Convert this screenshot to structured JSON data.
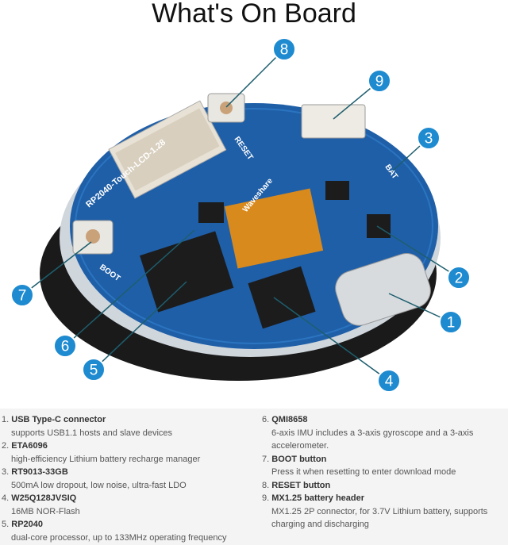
{
  "title": "What's On Board",
  "board_silkscreen": {
    "model": "RP2040-Touch-LCD-1.28",
    "reset": "RESET",
    "boot": "BOOT",
    "bat": "BAT",
    "brand": "Waveshare"
  },
  "colors": {
    "callout": "#1e8ad0",
    "pcb": "#1f5fa8",
    "leader": "#1d5e6e"
  },
  "callouts": [
    "1",
    "2",
    "3",
    "4",
    "5",
    "6",
    "7",
    "8",
    "9"
  ],
  "items": [
    {
      "num": "1.",
      "name": "USB Type-C connector",
      "desc": "supports USB1.1 hosts and slave devices"
    },
    {
      "num": "2.",
      "name": "ETA6096",
      "desc": "high-efficiency Lithium battery recharge manager"
    },
    {
      "num": "3.",
      "name": "RT9013-33GB",
      "desc": "500mA low dropout, low noise, ultra-fast LDO"
    },
    {
      "num": "4.",
      "name": "W25Q128JVSIQ",
      "desc": "16MB NOR-Flash"
    },
    {
      "num": "5.",
      "name": "RP2040",
      "desc": "dual-core processor, up to 133MHz operating frequency"
    },
    {
      "num": "6.",
      "name": "QMI8658",
      "desc": "6-axis IMU includes a 3-axis gyroscope and a 3-axis accelerometer."
    },
    {
      "num": "7.",
      "name": "BOOT button",
      "desc": "Press it when resetting to enter download mode"
    },
    {
      "num": "8.",
      "name": "RESET button",
      "desc": ""
    },
    {
      "num": "9.",
      "name": "MX1.25 battery header",
      "desc": "MX1.25 2P connector, for 3.7V Lithium battery, supports charging and discharging"
    }
  ]
}
